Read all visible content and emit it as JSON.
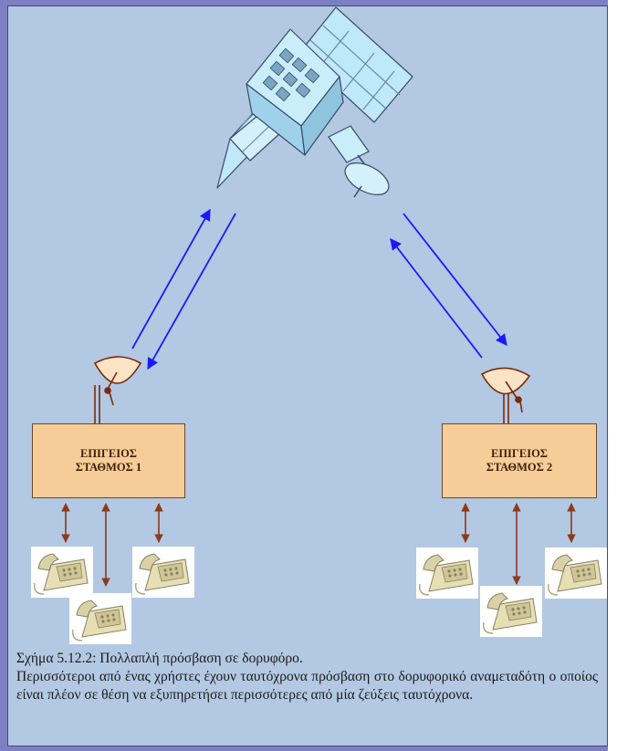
{
  "stations": [
    {
      "line1": "ΕΠΙΓΕΙΟΣ",
      "line2": "ΣΤΑΘΜΟΣ 1"
    },
    {
      "line1": "ΕΠΙΓΕΙΟΣ",
      "line2": "ΣΤΑΘΜΟΣ 2"
    }
  ],
  "caption": {
    "title": "Σχήμα 5.12.2: Πολλαπλή πρόσβαση σε δορυφόρο.",
    "body": "Περισσότεροι από ένας χρήστες έχουν ταυτόχρονα πρόσβαση στο δορυφορικό αναμεταδότη ο οποίος είναι πλέον σε θέση να εξυπηρετήσει περισσότερες από μία ζεύξεις ταυτόχρονα."
  },
  "icons": [
    "satellite-icon",
    "dish-antenna-icon",
    "telephone-icon"
  ],
  "colors": {
    "outer_background": "#7b80c4",
    "panel_background": "#b3c8e2",
    "station_fill": "#f6cc99",
    "satellite_uplink_arrows": "#1a1aff",
    "local_link_arrows": "#8b3a1a"
  }
}
